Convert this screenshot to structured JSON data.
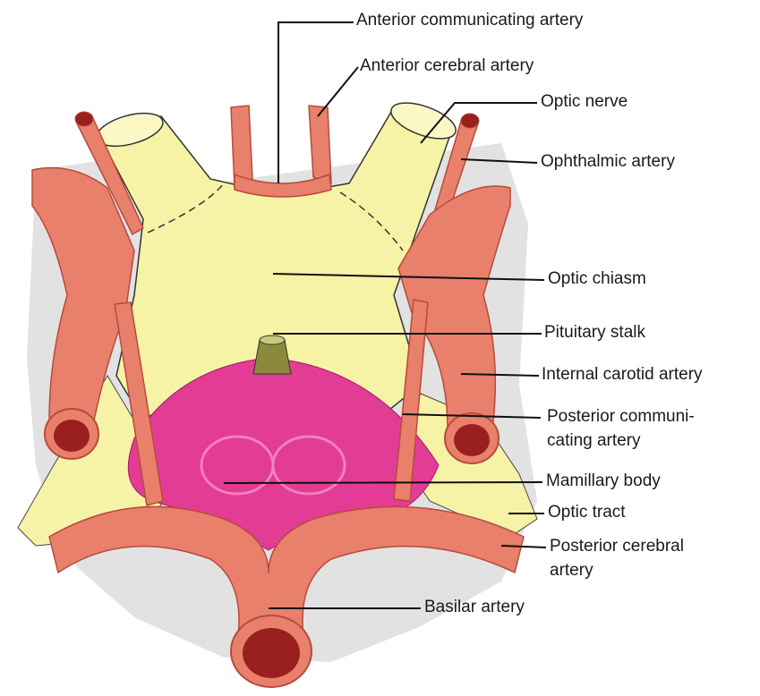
{
  "colors": {
    "artery": "#e8806c",
    "artery_dark": "#b84a3a",
    "artery_lumen": "#9a1f1f",
    "optic": "#f6f3a6",
    "optic_outline": "#222222",
    "mamillary": "#e23c95",
    "stalk": "#8a8a3a",
    "background_texture": "#d6d6d6",
    "leader": "#111111"
  },
  "labels": {
    "anterior_communicating": "Anterior communicating artery",
    "anterior_cerebral": "Anterior cerebral artery",
    "optic_nerve": "Optic nerve",
    "ophthalmic": "Ophthalmic artery",
    "optic_chiasm": "Optic chiasm",
    "pituitary_stalk": "Pituitary stalk",
    "internal_carotid": "Internal carotid artery",
    "posterior_communicating_1": "Posterior communi-",
    "posterior_communicating_2": "cating artery",
    "mamillary": "Mamillary body",
    "optic_tract": "Optic tract",
    "posterior_cerebral_1": "Posterior cerebral",
    "posterior_cerebral_2": "artery",
    "basilar": "Basilar artery"
  }
}
